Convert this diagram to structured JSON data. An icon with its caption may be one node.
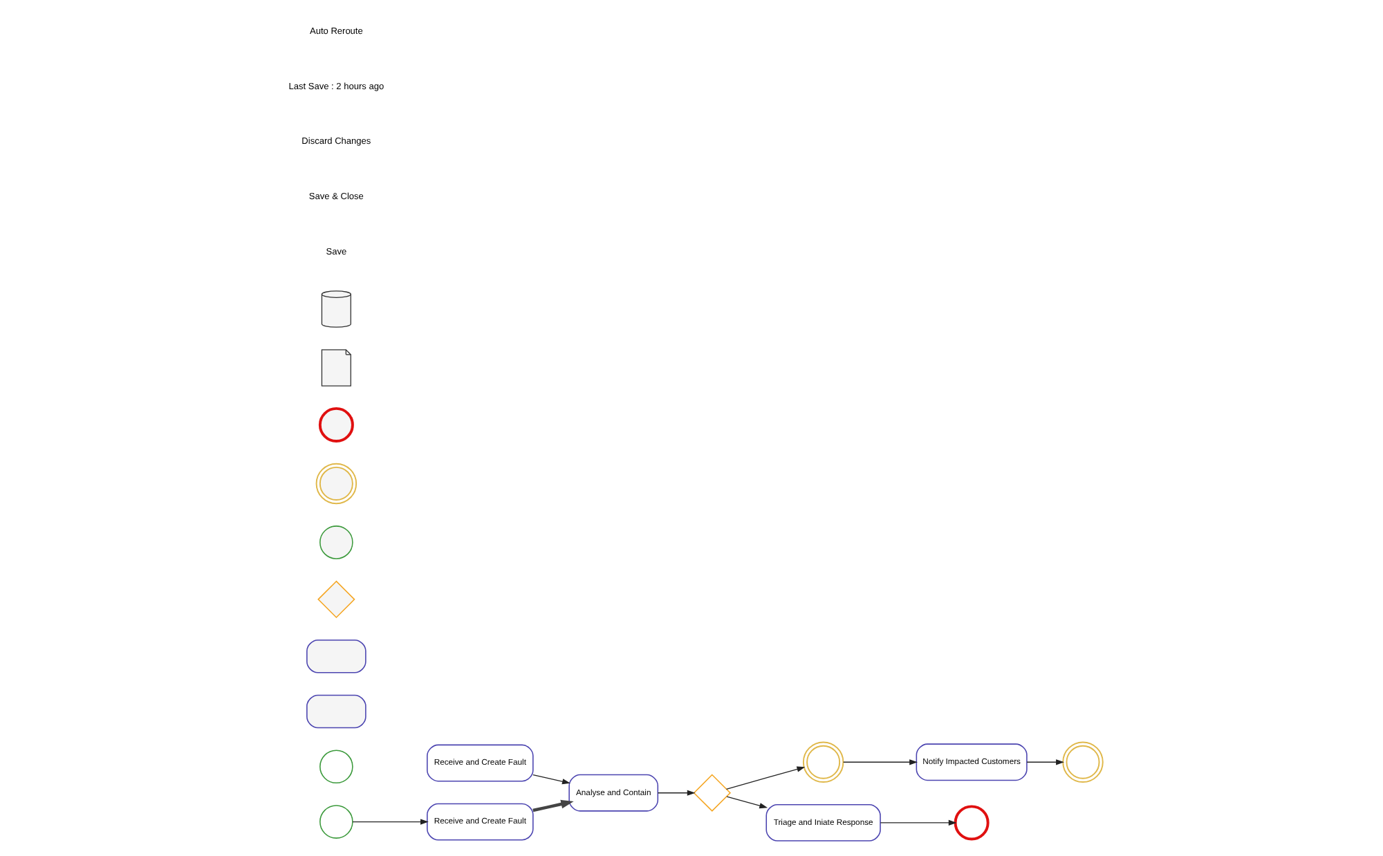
{
  "diagram": {
    "nodes": [
      {
        "text": [
          "Receive and Create Fault"
        ]
      },
      {
        "text": [],
        "shape": "circle"
      },
      {
        "text": [],
        "shape": "circle"
      },
      {
        "text": [
          "Notify Impacted Customers"
        ]
      },
      {
        "text": [],
        "shape": "circle"
      },
      {
        "text": [],
        "shape": "circle"
      },
      {
        "text": [
          "Receive and Create Fault"
        ]
      },
      {
        "text": [
          "Analyse and Contain"
        ]
      },
      {
        "text": [],
        "shape": "diamond"
      },
      {
        "text": [
          "Triage and Iniate Response"
        ]
      },
      {
        "text": [],
        "shape": "circle"
      },
      {
        "text": [],
        "shape": "box"
      },
      {
        "text": [],
        "shape": "box"
      },
      {
        "text": [],
        "shape": "diamond"
      },
      {
        "text": [],
        "shape": "circle"
      },
      {
        "text": [],
        "shape": "circle"
      },
      {
        "text": [],
        "shape": "circle"
      },
      {
        "text": [],
        "shape": "document"
      },
      {
        "text": [],
        "shape": "cylinder"
      }
    ],
    "edges": [
      {
        "from": 1,
        "to": 0,
        "arrow": "to"
      },
      {
        "from": 0,
        "to": 7,
        "arrow": "to",
        "style": "thick"
      },
      {
        "from": 6,
        "to": 7,
        "arrow": "to"
      },
      {
        "from": 7,
        "to": 8,
        "arrow": "to"
      },
      {
        "from": 8,
        "to": 2,
        "arrow": "to"
      },
      {
        "from": 2,
        "to": 3,
        "arrow": "to"
      },
      {
        "from": 3,
        "to": 4,
        "arrow": "to"
      },
      {
        "from": 8,
        "to": 9,
        "arrow": "to"
      },
      {
        "from": 9,
        "to": 10,
        "arrow": "to"
      }
    ],
    "labels": [
      "Save",
      "Save & Close",
      "Discard Changes",
      "Last Save : 2 hours ago",
      "Auto Reroute"
    ]
  }
}
